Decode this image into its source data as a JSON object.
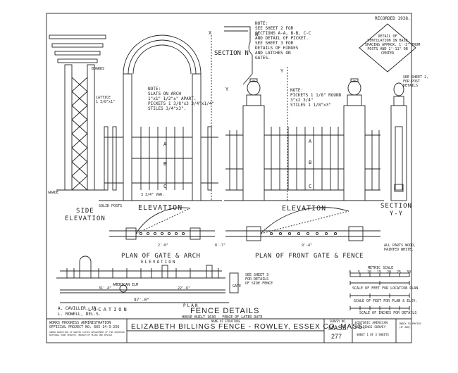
{
  "header": {
    "recorded": "RECORDED 1938."
  },
  "notes": {
    "sections_note": "NOTE:\nSEE SHEET 2 FOR\nSECTIONS A-A, B-B, C-C\nAND DETAIL OF PICKET.\nSEE SHEET 3 FOR\nDETAILS OF HINGES\nAND LATCHES ON\nGATES.",
    "ventilation_note": "DETAIL OF\nVENTILATION IN BASE\nSPACING APPROX. 1'-3\" FROM\nPOSTS AND 2'-11\" ON\nCENTER",
    "arch_note": "NOTE:\nSLATS ON ARCH\n1\"x1\" 1/2\"±\" APART.\nPICKETS 1 3/8\"x3 3/4\"x1/4\"\nSTILES 3/4\"x3\".",
    "pickets_note": "NOTE:\nPICKETS 1 1/8\" ROUND\n3\"x2 3/4\"\nSTILES 1 1/8\"x3\"",
    "sheet2_note": "SEE SHEET 2,\nFOR POST\nDETAILS",
    "paint_note": "ALL PARTS WOOD,\nPAINTED WHITE.",
    "gate_note": "SEE SHEET 3\nFOR DETAILS\nOF SIDE FENCE"
  },
  "labels": {
    "section_n": "SECTION N",
    "boards": "BOARDS",
    "lattice": "LATTICE\n1 3/8\"x1\"",
    "grade": "GRADE",
    "solid_posts": "SOLID POSTS",
    "side_elevation": "SIDE\nELEVATION",
    "elevation_1": "ELEVATION",
    "elevation_2": "ELEVATION",
    "section_yy": "SECTION\nY-Y",
    "plan_gate_arch": "PLAN OF GATE & ARCH",
    "plan_front_gate": "PLAN OF FRONT GATE & FENCE",
    "elevation_small": "ELEVATION",
    "location": "LOCATION",
    "plan": "PLAN",
    "american_elm": "AMERICAN ELM",
    "gate": "GATE",
    "dim_97": "97'-0\"",
    "dim_31": "31'-4\"",
    "dim_22": "22'-6\"",
    "dim_2_0": "2'-0\"",
    "dim_9_4": "9'-4\"",
    "dim_8_7": "8'-7\"",
    "dim_var": "3 3/4\" VAR."
  },
  "letters": [
    "A",
    "B",
    "C",
    "A",
    "B",
    "C",
    "X",
    "Y",
    "Y",
    "N"
  ],
  "title_block": {
    "main_title": "FENCE DETAILS",
    "subtitle": "HOUSE BUILT 1630 - FENCE OF LATER DATE",
    "credit_1": "A. CAVILLER, JR.",
    "credit_2": "L. ROWELL, DEL.S.",
    "admin": "WORKS PROGRESS ADMINISTRATION\nOFFICIAL PROJECT NO. 665-14-3-256",
    "admin_small": "UNDER DIRECTION OF UNITED STATES DEPARTMENT OF THE INTERIOR\nNATIONAL PARK SERVICE, BRANCH OF PLANS AND DESIGN",
    "structure_label": "NAME OF STRUCTURE",
    "structure_name": "ELIZABETH BILLINGS FENCE - ROWLEY, ESSEX CO, MASS.",
    "survey_label": "SURVEY NO.",
    "survey_state": "MASS.",
    "survey_no": "277",
    "habs": "HISTORIC AMERICAN\nBUILDINGS SURVEY",
    "sheet": "SHEET 1 OF 3 SHEETS",
    "index": "INDEX TO PHOTOS\n(IF ANY)"
  },
  "scales": {
    "metric": "METRIC SCALE",
    "metric_ticks": [
      "0",
      "5",
      "10",
      "15",
      "20",
      "25",
      "30"
    ],
    "feet_location": "SCALE OF FEET FOR LOCATION PLAN",
    "feet_detail": "SCALE OF FEET FOR PLAN & ELEV.",
    "inches": "SCALE OF INCHES FOR DETAILS"
  },
  "colors": {
    "ink": "#222222",
    "paper": "#ffffff"
  }
}
